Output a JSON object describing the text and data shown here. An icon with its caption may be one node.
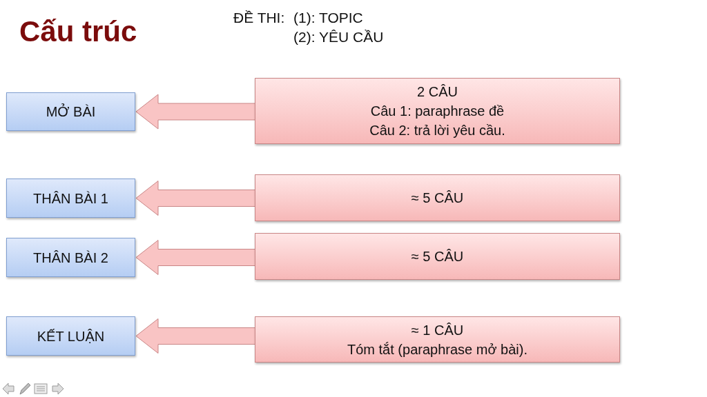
{
  "diagram": {
    "title": "Cấu trúc",
    "nodes": [
      {
        "text": [
          "MỞ BÀI"
        ]
      },
      {
        "text": [
          "2 CÂU",
          "Câu 1: paraphrase đề",
          "Câu 2: trả lời yêu cầu."
        ]
      },
      {
        "text": [
          "THÂN BÀI 1"
        ]
      },
      {
        "text": [
          "≈ 5 CÂU"
        ]
      },
      {
        "text": [
          "THÂN BÀI 2"
        ]
      },
      {
        "text": [
          "≈ 5 CÂU"
        ]
      },
      {
        "text": [
          "KẾT LUẬN"
        ]
      },
      {
        "text": [
          "≈ 1 CÂU",
          "Tóm tắt (paraphrase mở bài)."
        ]
      }
    ],
    "edges": [
      {
        "from": 1,
        "to": 0,
        "arrow": "to"
      },
      {
        "from": 3,
        "to": 2,
        "arrow": "to"
      },
      {
        "from": 5,
        "to": 4,
        "arrow": "to"
      },
      {
        "from": 7,
        "to": 6,
        "arrow": "to"
      }
    ],
    "labels": [
      "ĐỀ THI:",
      "(1): TOPIC",
      "(2): YÊU CẦU"
    ]
  }
}
